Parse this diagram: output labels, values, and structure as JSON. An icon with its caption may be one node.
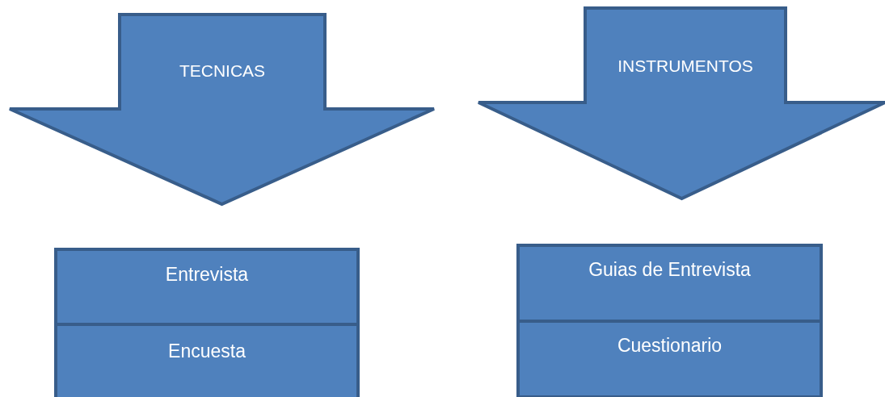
{
  "diagram": {
    "nodes": [
      {
        "text": [
          "TECNICAS"
        ]
      },
      {
        "text": [
          "INSTRUMENTOS"
        ]
      },
      {
        "text": [
          "Entrevista"
        ]
      },
      {
        "text": [
          "Encuesta"
        ]
      },
      {
        "text": [
          "Guias de Entrevista"
        ]
      },
      {
        "text": [
          "Cuestionario"
        ]
      }
    ]
  }
}
